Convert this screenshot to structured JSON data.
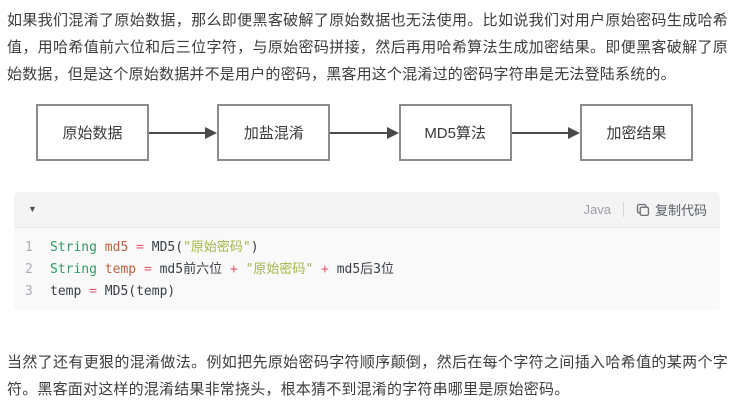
{
  "paragraphs": {
    "top": "如果我们混淆了原始数据，那么即便黑客破解了原始数据也无法使用。比如说我们对用户原始密码生成哈希值，用哈希值前六位和后三位字符，与原始密码拼接，然后再用哈希算法生成加密结果。即便黑客破解了原始数据，但是这个原始数据并不是用户的密码，黑客用这个混淆过的密码字符串是无法登陆系统的。",
    "bottom": "当然了还有更狠的混淆做法。例如把先原始密码字符顺序颠倒，然后在每个字符之间插入哈希值的某两个字符。黑客面对这样的混淆结果非常挠头，根本猜不到混淆的字符串哪里是原始密码。"
  },
  "flowchart": {
    "steps": [
      {
        "label": "原始数据"
      },
      {
        "label": "加盐混淆"
      },
      {
        "label": "MD5算法"
      },
      {
        "label": "加密结果"
      }
    ],
    "box_border_color": "#8b8b8b",
    "arrow_color": "#4a4a4a"
  },
  "code_block": {
    "collapse_icon": "▼",
    "language_label": "Java",
    "copy_label": "复制代码",
    "copy_icon_name": "copy-icon",
    "colors": {
      "keyword": "#2f9c68",
      "variable": "#c25e3b",
      "operator": "#e05a6d",
      "string": "#a2b648",
      "plain": "#3b4045",
      "line_number": "#a9aeb6",
      "header_bg": "#f4f4f5",
      "body_bg": "#f9f9fa"
    },
    "lines": [
      {
        "number": "1",
        "tokens": [
          {
            "t": "String",
            "c": "keyword"
          },
          {
            "t": " ",
            "c": "plain"
          },
          {
            "t": "md5",
            "c": "variable"
          },
          {
            "t": " ",
            "c": "plain"
          },
          {
            "t": "=",
            "c": "operator"
          },
          {
            "t": " MD5(",
            "c": "plain"
          },
          {
            "t": "\"原始密码\"",
            "c": "string"
          },
          {
            "t": ")",
            "c": "plain"
          }
        ]
      },
      {
        "number": "2",
        "tokens": [
          {
            "t": "String",
            "c": "keyword"
          },
          {
            "t": " ",
            "c": "plain"
          },
          {
            "t": "temp",
            "c": "variable"
          },
          {
            "t": " ",
            "c": "plain"
          },
          {
            "t": "=",
            "c": "operator"
          },
          {
            "t": " md5前六位 ",
            "c": "plain"
          },
          {
            "t": "+",
            "c": "operator"
          },
          {
            "t": " ",
            "c": "plain"
          },
          {
            "t": "\"原始密码\"",
            "c": "string"
          },
          {
            "t": " ",
            "c": "plain"
          },
          {
            "t": "+",
            "c": "operator"
          },
          {
            "t": " md5后3位",
            "c": "plain"
          }
        ]
      },
      {
        "number": "3",
        "tokens": [
          {
            "t": "temp ",
            "c": "plain"
          },
          {
            "t": "=",
            "c": "operator"
          },
          {
            "t": " MD5(temp)",
            "c": "plain"
          }
        ]
      }
    ]
  }
}
